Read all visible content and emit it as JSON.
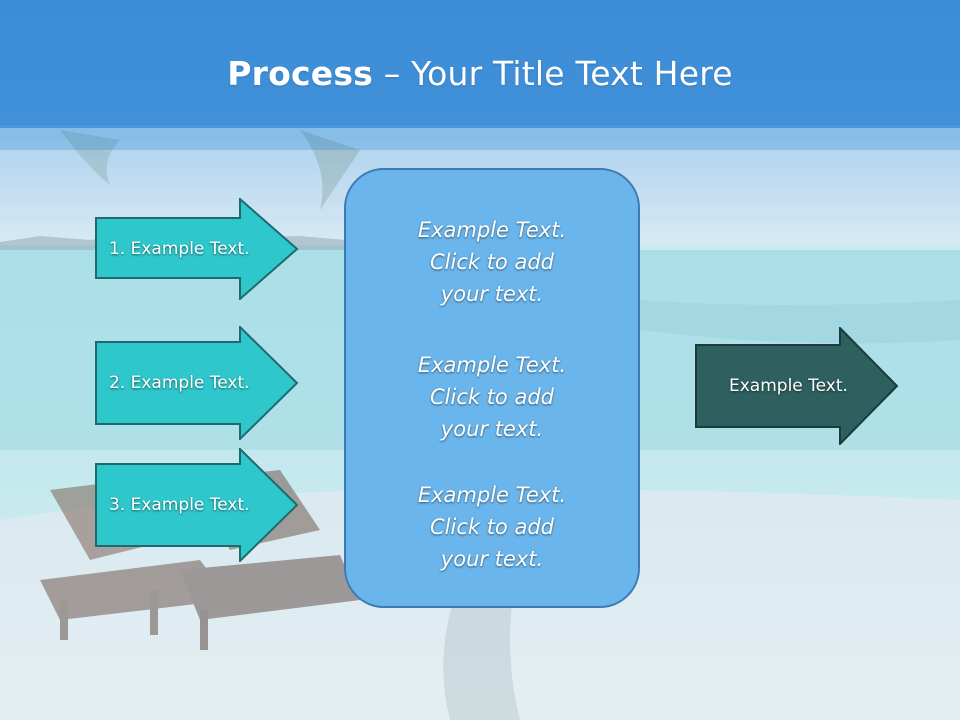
{
  "slide": {
    "title_bold": "Process",
    "title_rest": " – Your Title Text Here"
  },
  "left_arrows": [
    {
      "label": "1. Example Text."
    },
    {
      "label": "2. Example Text."
    },
    {
      "label": "3. Example Text."
    }
  ],
  "center_box": {
    "paragraphs": [
      {
        "line1": "Example Text.",
        "line2": "Click  to add",
        "line3": "your text."
      },
      {
        "line1": "Example Text.",
        "line2": "Click  to add",
        "line3": "your text."
      },
      {
        "line1": "Example Text.",
        "line2": "Click  to add",
        "line3": "your text."
      }
    ]
  },
  "right_arrow": {
    "label": "Example Text."
  },
  "colors": {
    "title_bar": "#3f8fd8",
    "left_arrow_fill": "#2ec7cc",
    "center_box_fill": "#6ab6ec",
    "right_arrow_fill": "#2e6060"
  }
}
